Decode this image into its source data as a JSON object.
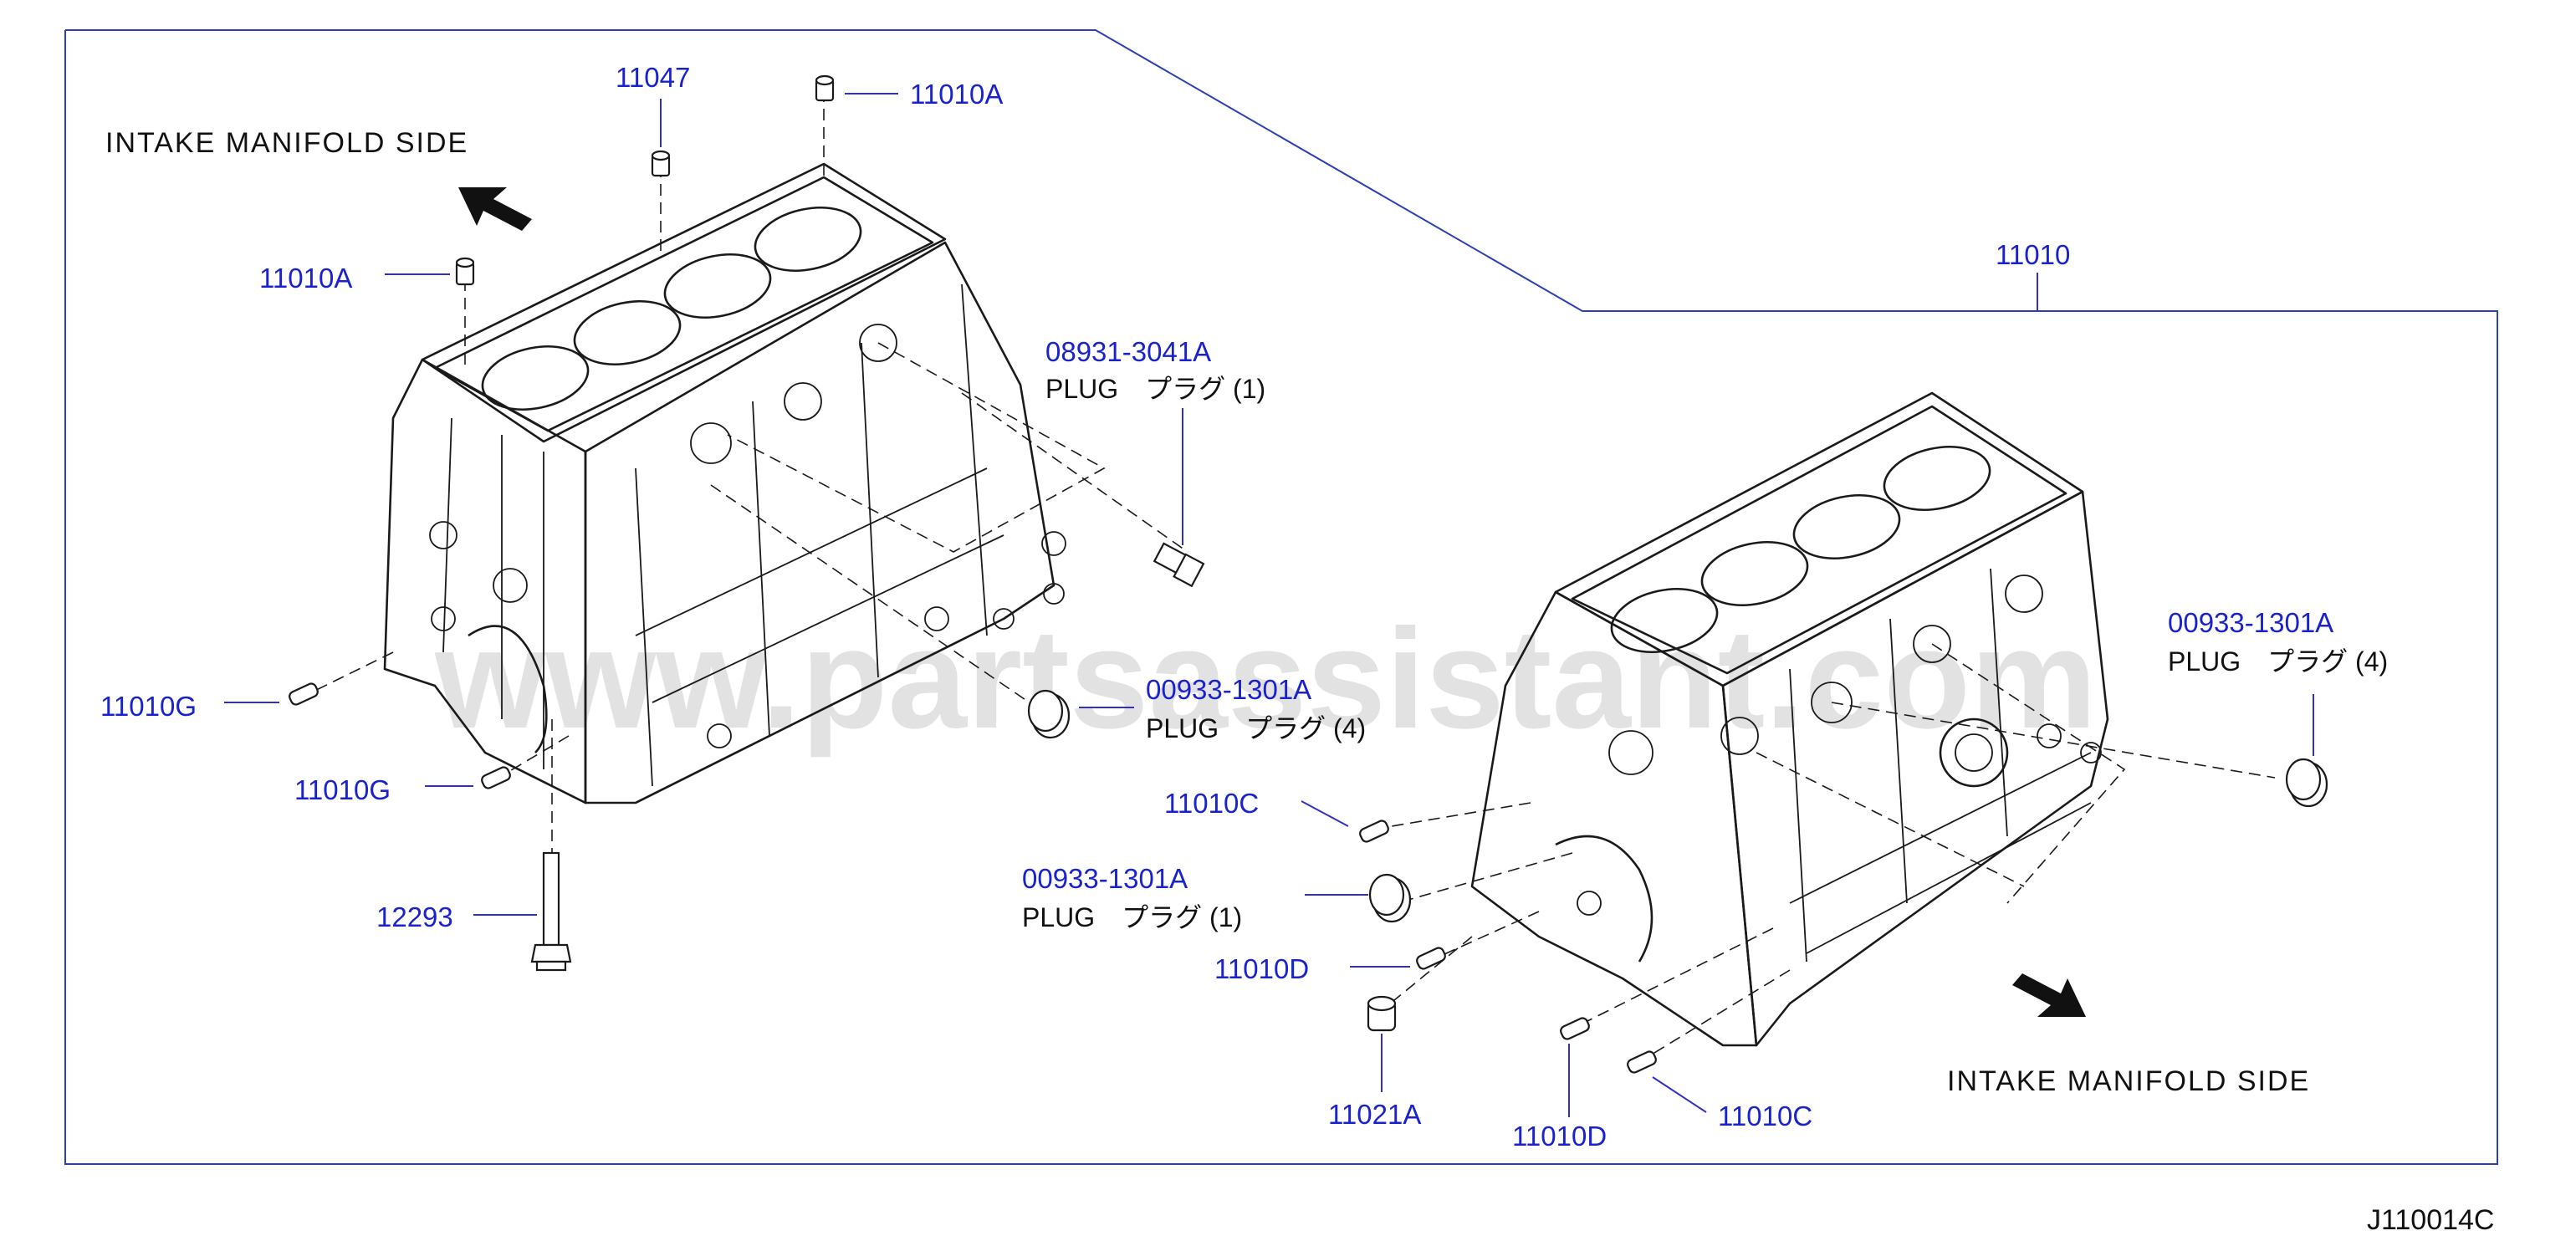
{
  "watermark": "www.partsassistant.com",
  "reference": "J110014C",
  "left_section": {
    "direction_label": "INTAKE  MANIFOLD  SIDE"
  },
  "right_section": {
    "direction_label": "INTAKE  MANIFOLD  SIDE"
  },
  "callouts": {
    "c11047": "11047",
    "c11010A_top": "11010A",
    "c11010A_left": "11010A",
    "c11010": "11010",
    "c08931_num": "08931-3041A",
    "c08931_desc": "PLUG　プラグ (1)",
    "c11010G_1": "11010G",
    "c11010G_2": "11010G",
    "c00933_mid_num": "00933-1301A",
    "c00933_mid_desc": "PLUG　プラグ (4)",
    "c12293": "12293",
    "c11010C_1": "11010C",
    "c00933_low_num": "00933-1301A",
    "c00933_low_desc": "PLUG　プラグ (1)",
    "c11010D_1": "11010D",
    "c11021A": "11021A",
    "c11010D_2": "11010D",
    "c11010C_2": "11010C",
    "c00933_right_num": "00933-1301A",
    "c00933_right_desc": "PLUG　プラグ (4)"
  },
  "colors": {
    "part_number": "#1a22cc",
    "frame": "#2b3fb8",
    "line": "#1a1a1a"
  }
}
